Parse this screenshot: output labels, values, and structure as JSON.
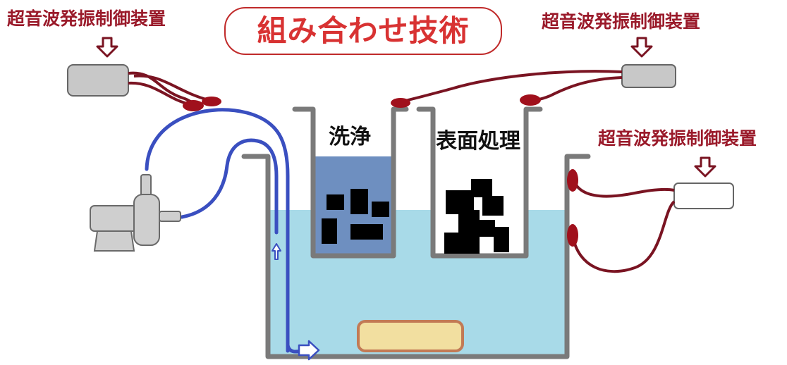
{
  "title": "組み合わせ技術",
  "controllers": [
    {
      "label": "超音波発振制御装置"
    },
    {
      "label": "超音波発振制御装置"
    },
    {
      "label": "超音波発振制御装置"
    }
  ],
  "tanks": {
    "cleaning": {
      "label": "洗浄"
    },
    "surface_treatment": {
      "label": "表面処理"
    }
  },
  "colors": {
    "title_red": "#d83232",
    "label_red": "#9a1a2a",
    "cable": "#7a1422",
    "transducer": "#a0101c",
    "pipe_blue": "#3a4fc0",
    "water": "#a8dae8",
    "cleaning_liquid": "#6e8fc0",
    "tank_wall": "#7a7a7a",
    "device_gray": "#c8c8c8",
    "heater": "#f2dfa0"
  },
  "icons": [
    "down-arrow-icon",
    "up-arrow-icon",
    "right-arrow-icon",
    "pump-icon"
  ]
}
